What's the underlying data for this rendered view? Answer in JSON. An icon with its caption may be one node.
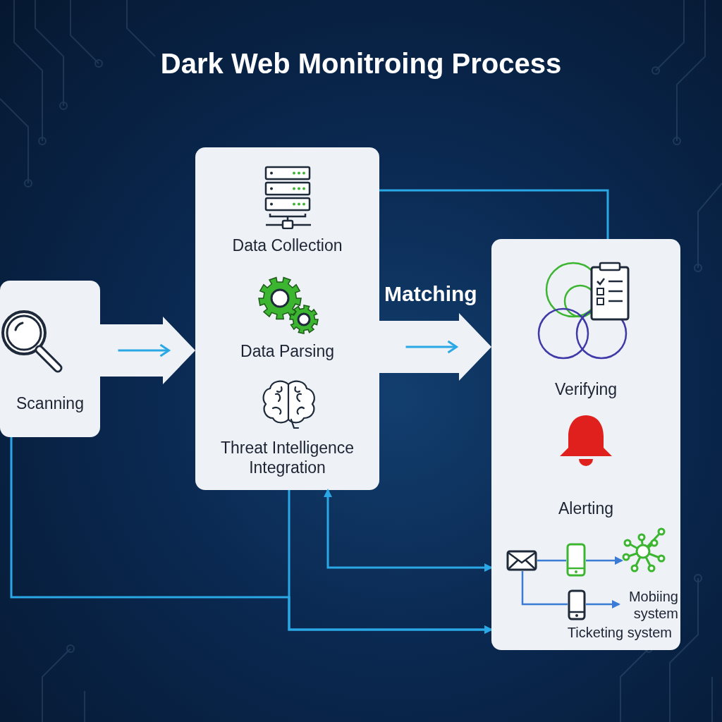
{
  "diagram": {
    "title": "Dark Web Monitroing Process",
    "nodes": [
      {
        "text": [
          "Scanning"
        ]
      },
      {
        "text": [
          "Data Collection",
          "Data Parsing",
          "Threat Intelligence Integration"
        ]
      },
      {
        "text": [
          "Verifying",
          "Alerting",
          "Ticketing system"
        ]
      },
      {
        "text": [],
        "shape": "envelope",
        "in": 2
      },
      {
        "text": [],
        "shape": "phone",
        "in": 2
      },
      {
        "text": [],
        "shape": "network",
        "in": 2
      },
      {
        "text": [],
        "shape": "phone",
        "in": 2
      },
      {
        "text": [
          "Mobiing system"
        ],
        "in": 2
      }
    ],
    "edges": [
      {
        "from": 0,
        "to": 1,
        "arrow": "to",
        "style": "thick",
        "color": "#eef1f5"
      },
      {
        "from": 1,
        "to": 2,
        "arrow": "to",
        "style": "thick",
        "color": "#eef1f5",
        "label": "Matching"
      },
      {
        "from": 1,
        "to": 2,
        "arrow": "none"
      },
      {
        "from": 0,
        "to": 2,
        "arrow": "to"
      },
      {
        "from": 1,
        "to": 2,
        "arrow": "to"
      },
      {
        "from": 1,
        "to": 2,
        "arrow": "both"
      },
      {
        "from": 3,
        "to": 4,
        "arrow": "none",
        "color": "#3a7bd5"
      },
      {
        "from": 4,
        "to": 5,
        "arrow": "to",
        "color": "#3a7bd5"
      },
      {
        "from": 3,
        "to": 6,
        "arrow": "none",
        "color": "#3a7bd5"
      },
      {
        "from": 6,
        "to": 7,
        "arrow": "to",
        "color": "#3a7bd5"
      }
    ]
  }
}
